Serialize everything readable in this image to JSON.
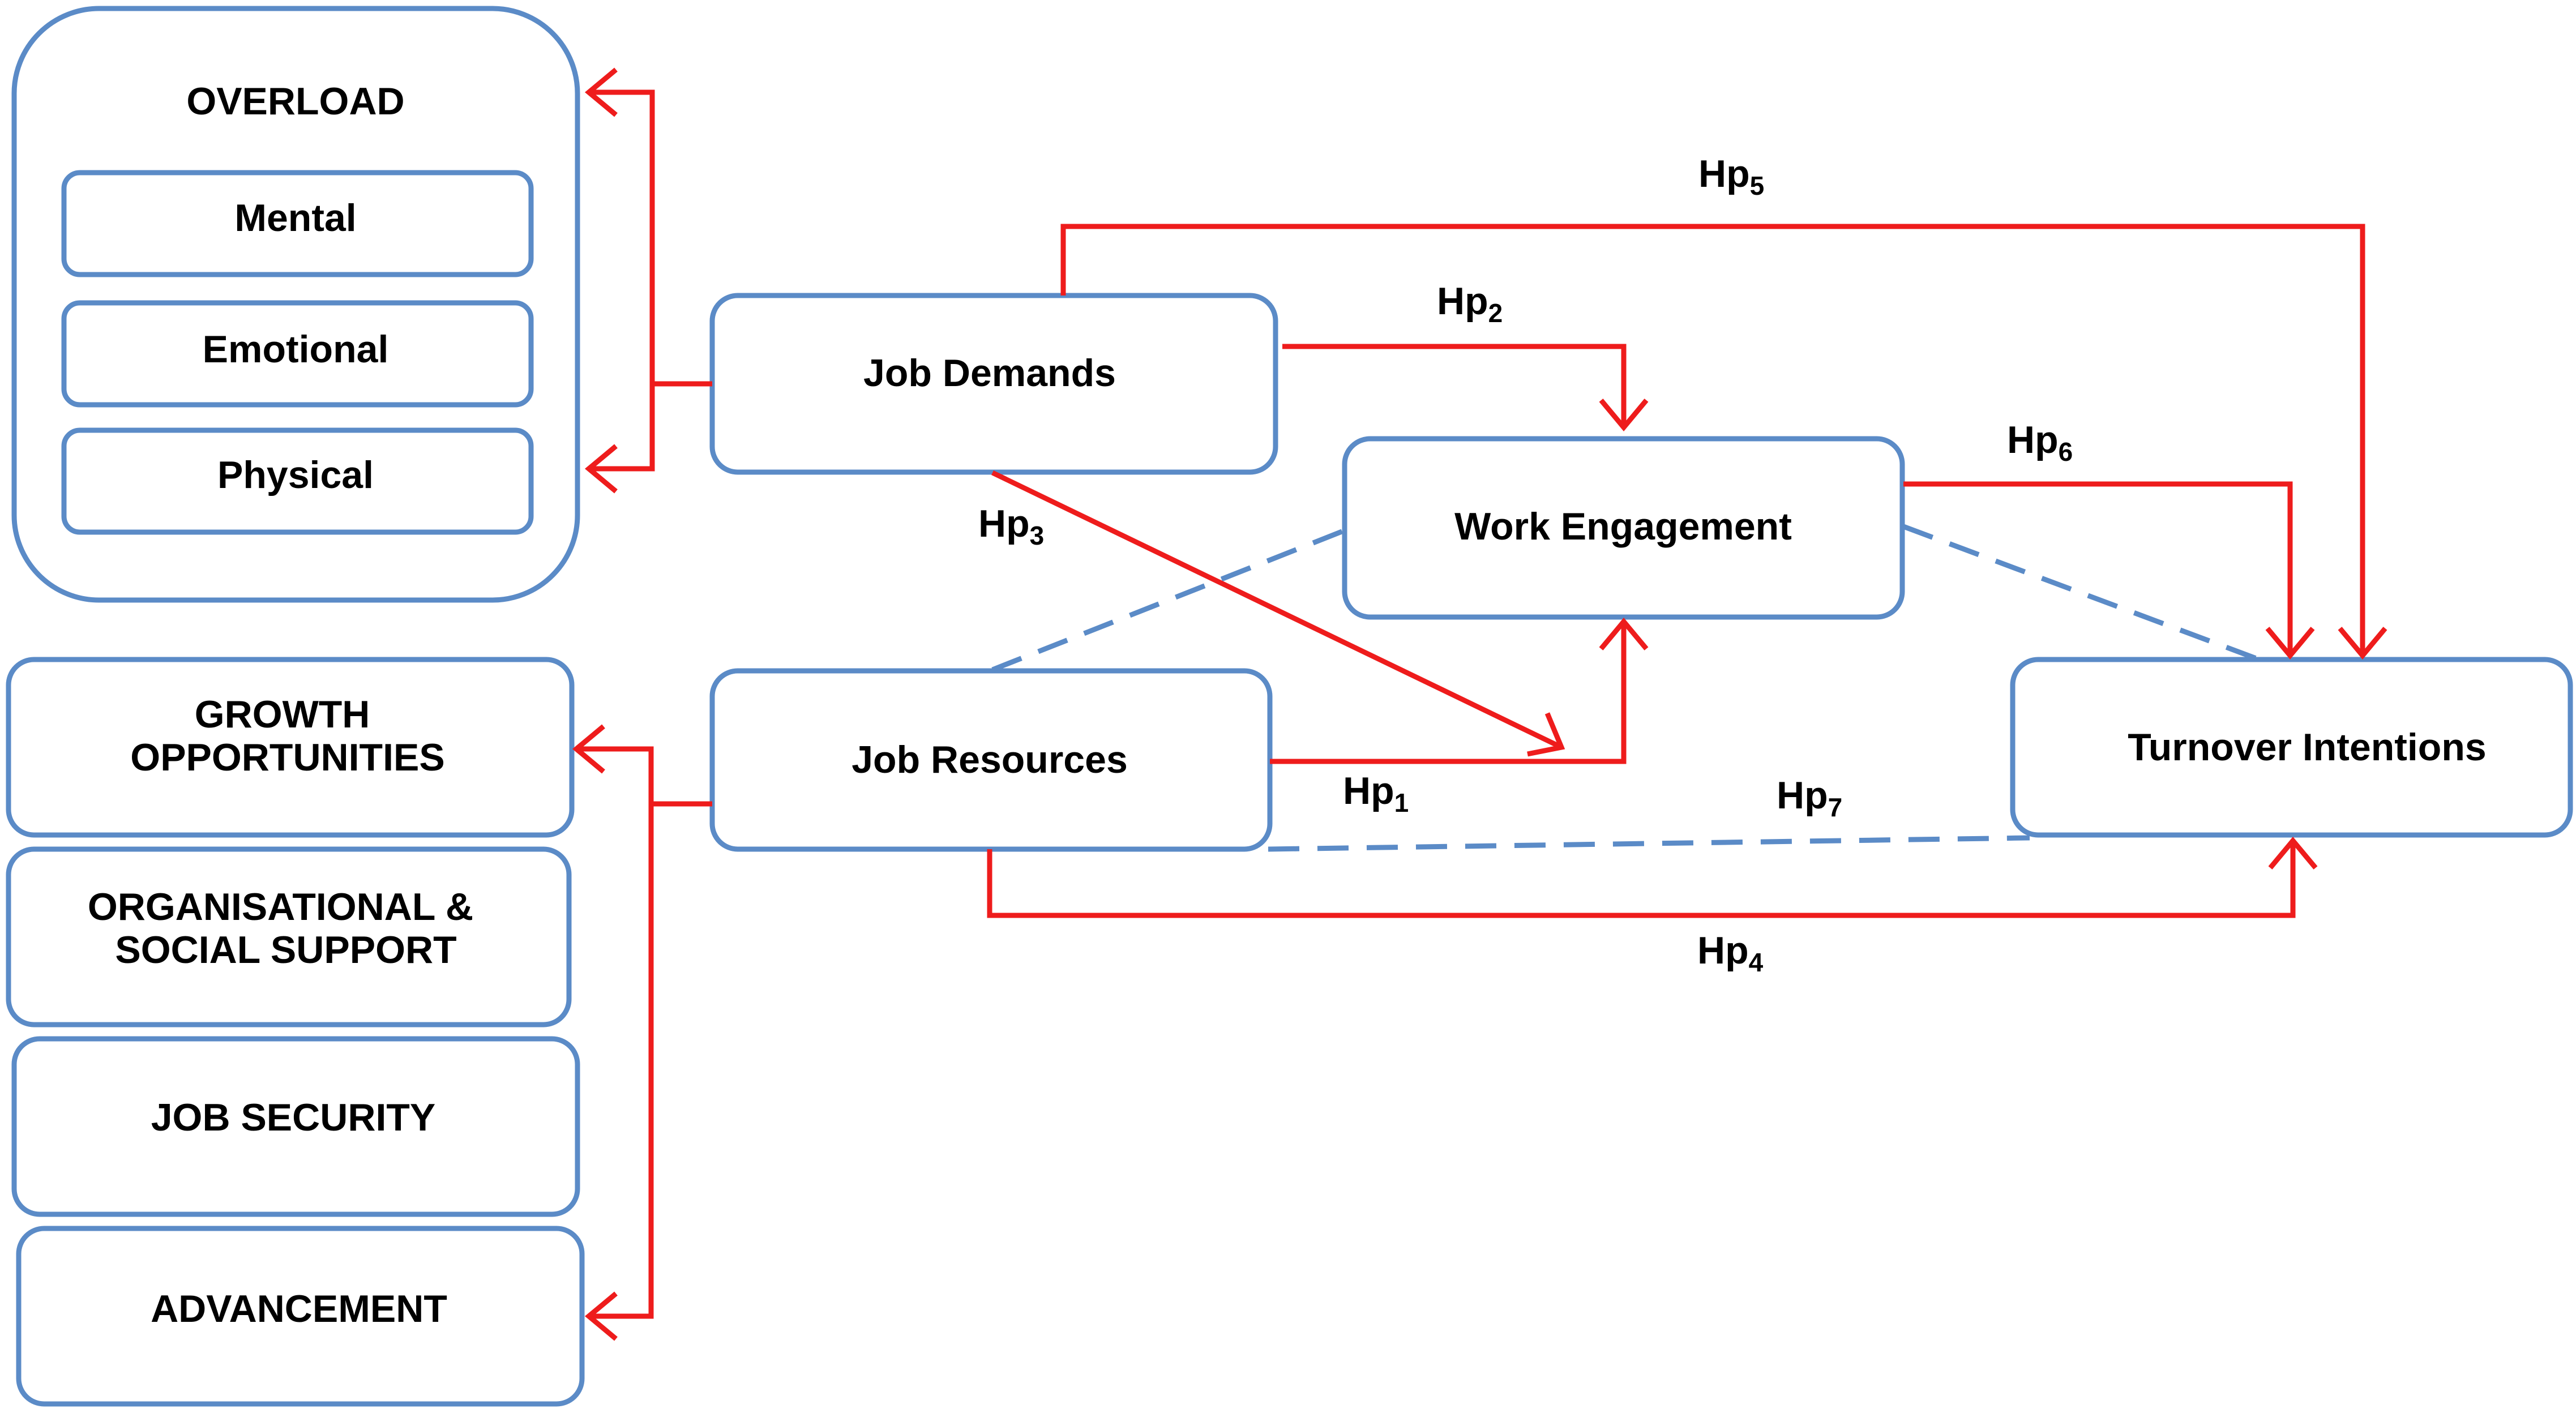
{
  "overload": {
    "title": "OVERLOAD",
    "items": [
      "Mental",
      "Emotional",
      "Physical"
    ]
  },
  "resources_list": {
    "growth": [
      "GROWTH",
      "OPPORTUNITIES"
    ],
    "support": [
      "ORGANISATIONAL &",
      "SOCIAL SUPPORT"
    ],
    "security": "JOB SECURITY",
    "advancement": "ADVANCEMENT"
  },
  "nodes": {
    "job_demands": "Job Demands",
    "job_resources": "Job Resources",
    "work_engagement": "Work Engagement",
    "turnover_intentions": "Turnover Intentions"
  },
  "hypotheses": {
    "hp1": {
      "base": "Hp",
      "sub": "1"
    },
    "hp2": {
      "base": "Hp",
      "sub": "2"
    },
    "hp3": {
      "base": "Hp",
      "sub": "3"
    },
    "hp4": {
      "base": "Hp",
      "sub": "4"
    },
    "hp5": {
      "base": "Hp",
      "sub": "5"
    },
    "hp6": {
      "base": "Hp",
      "sub": "6"
    },
    "hp7": {
      "base": "Hp",
      "sub": "7"
    }
  },
  "colors": {
    "box_border": "#5b8bc7",
    "arrow": "#ee1c1c",
    "dashed_link": "#5b8bc7"
  }
}
